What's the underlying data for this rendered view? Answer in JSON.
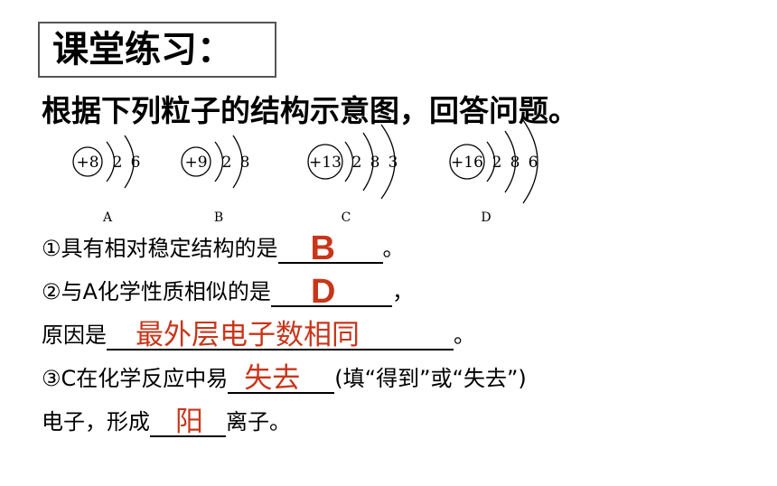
{
  "title": "课堂练习：",
  "question": "根据下列粒子的结构示意图，回答问题。",
  "atoms": [
    {
      "nucleus": "+8",
      "shells": [
        "2",
        "6"
      ],
      "letter": "A"
    },
    {
      "nucleus": "+9",
      "shells": [
        "2",
        "8"
      ],
      "letter": "B"
    },
    {
      "nucleus": "+13",
      "shells": [
        "2",
        "8",
        "3"
      ],
      "letter": "C"
    },
    {
      "nucleus": "+16",
      "shells": [
        "2",
        "8",
        "6"
      ],
      "letter": "D"
    }
  ],
  "q1": {
    "prefix": "①具有相对稳定结构的是",
    "answer": "B",
    "suffix": "。"
  },
  "q2": {
    "prefix": "②与A化学性质相似的是",
    "answer": "D",
    "suffix": "，"
  },
  "q2b": {
    "prefix": "原因是",
    "answer": "最外层电子数相同",
    "suffix": "。"
  },
  "q3": {
    "prefix": "③C在化学反应中易",
    "answer": "失去",
    "suffix": "(填“得到”或“失去”)"
  },
  "q3b": {
    "prefix": "电子，形成",
    "answer": "阳",
    "suffix": "离子。"
  },
  "colors": {
    "answer": "#c8361a"
  }
}
